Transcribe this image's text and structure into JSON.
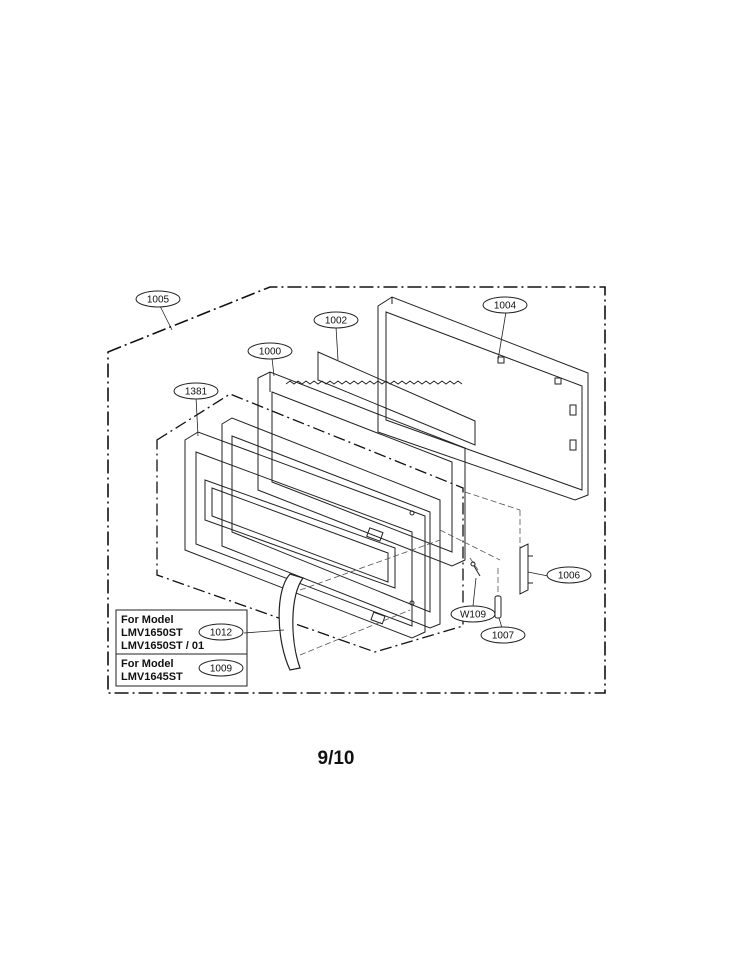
{
  "callouts": {
    "c1005": "1005",
    "c1004": "1004",
    "c1002": "1002",
    "c1000": "1000",
    "c1381": "1381",
    "c1006": "1006",
    "cW109": "W109",
    "c1007": "1007",
    "c1012": "1012",
    "c1009": "1009"
  },
  "model_boxes": {
    "box1": {
      "heading": "For Model",
      "line1": "LMV1650ST",
      "line2": "LMV1650ST / 01"
    },
    "box2": {
      "heading": "For Model",
      "line1": "LMV1645ST"
    }
  },
  "page_number": "9/10"
}
